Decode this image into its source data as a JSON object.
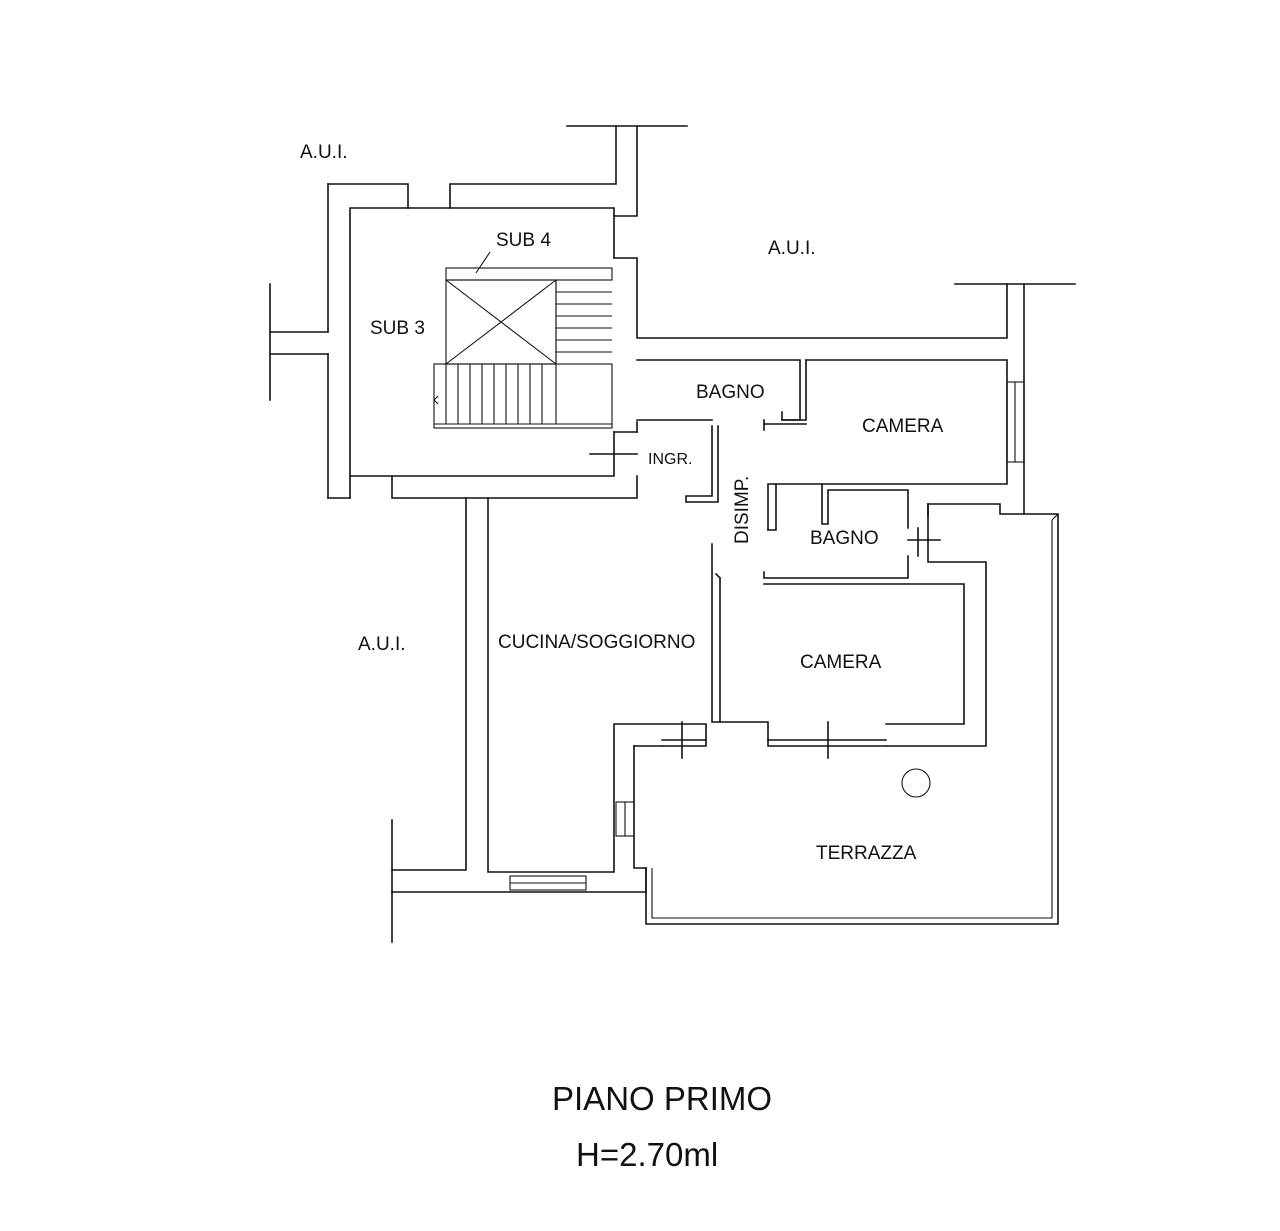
{
  "labels": {
    "aui_top_left": "A.U.I.",
    "aui_top_right": "A.U.I.",
    "aui_left": "A.U.I.",
    "sub3": "SUB 3",
    "sub4": "SUB 4",
    "bagno_top": "BAGNO",
    "camera_top": "CAMERA",
    "ingr": "INGR.",
    "disimp": "DISIMP.",
    "bagno_mid": "BAGNO",
    "cucina": "CUCINA/SOGGIORNO",
    "camera_mid": "CAMERA",
    "terrazza": "TERRAZZA"
  },
  "caption": {
    "title": "PIANO PRIMO",
    "height": "H=2.70ml"
  }
}
